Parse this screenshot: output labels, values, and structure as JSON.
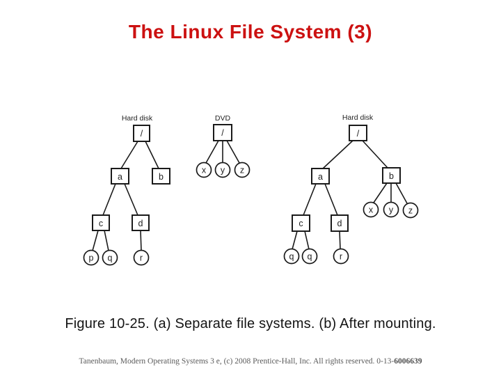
{
  "slide": {
    "title": "The Linux File System (3)",
    "title_color": "#cc1111",
    "caption": "Figure 10-25. (a) Separate file systems. (b) After mounting.",
    "footer": {
      "text": "Tanenbaum, Modern Operating Systems 3 e, (c) 2008 Prentice-Hall, Inc. All rights reserved. 0-13-",
      "bold_code": "6006639"
    }
  },
  "diagram": {
    "description": "Three directory trees: two separate file systems (hard disk and DVD) and the hard disk tree after mounting the DVD on /b",
    "trees": [
      {
        "label": "Hard disk",
        "nodes": [
          {
            "id": "root",
            "label": "/",
            "shape": "square"
          },
          {
            "id": "a",
            "label": "a",
            "shape": "square"
          },
          {
            "id": "b",
            "label": "b",
            "shape": "square"
          },
          {
            "id": "c",
            "label": "c",
            "shape": "square"
          },
          {
            "id": "d",
            "label": "d",
            "shape": "square"
          },
          {
            "id": "p",
            "label": "p",
            "shape": "circle"
          },
          {
            "id": "q",
            "label": "q",
            "shape": "circle"
          },
          {
            "id": "r",
            "label": "r",
            "shape": "circle"
          }
        ],
        "edges": [
          [
            "/",
            "a"
          ],
          [
            "/",
            "b"
          ],
          [
            "a",
            "c"
          ],
          [
            "a",
            "d"
          ],
          [
            "c",
            "p"
          ],
          [
            "c",
            "q"
          ],
          [
            "d",
            "r"
          ]
        ]
      },
      {
        "label": "DVD",
        "nodes": [
          {
            "id": "root",
            "label": "/",
            "shape": "square"
          },
          {
            "id": "x",
            "label": "x",
            "shape": "circle"
          },
          {
            "id": "y",
            "label": "y",
            "shape": "circle"
          },
          {
            "id": "z",
            "label": "z",
            "shape": "circle"
          }
        ],
        "edges": [
          [
            "/",
            "x"
          ],
          [
            "/",
            "y"
          ],
          [
            "/",
            "z"
          ]
        ]
      },
      {
        "label": "Hard disk",
        "nodes": [
          {
            "id": "root",
            "label": "/",
            "shape": "square"
          },
          {
            "id": "a",
            "label": "a",
            "shape": "square"
          },
          {
            "id": "b",
            "label": "b",
            "shape": "square"
          },
          {
            "id": "c",
            "label": "c",
            "shape": "square"
          },
          {
            "id": "d",
            "label": "d",
            "shape": "square"
          },
          {
            "id": "x",
            "label": "x",
            "shape": "circle"
          },
          {
            "id": "y",
            "label": "y",
            "shape": "circle"
          },
          {
            "id": "z",
            "label": "z",
            "shape": "circle"
          },
          {
            "id": "q1",
            "label": "q",
            "shape": "circle"
          },
          {
            "id": "q2",
            "label": "q",
            "shape": "circle"
          },
          {
            "id": "r",
            "label": "r",
            "shape": "circle"
          }
        ],
        "edges": [
          [
            "/",
            "a"
          ],
          [
            "/",
            "b"
          ],
          [
            "a",
            "c"
          ],
          [
            "a",
            "d"
          ],
          [
            "b",
            "x"
          ],
          [
            "b",
            "y"
          ],
          [
            "b",
            "z"
          ],
          [
            "c",
            "q1"
          ],
          [
            "c",
            "q2"
          ],
          [
            "d",
            "r"
          ]
        ]
      }
    ]
  }
}
